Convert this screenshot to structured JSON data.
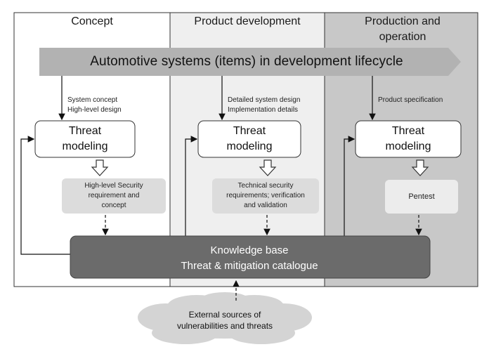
{
  "phases": [
    {
      "title": "Concept"
    },
    {
      "title": "Product development"
    },
    {
      "title": "Production and operation"
    }
  ],
  "lifecycle_banner": "Automotive systems (items) in development lifecycle",
  "inputs": [
    {
      "line1": "System concept",
      "line2": "High-level design"
    },
    {
      "line1": "Detailed system design",
      "line2": "Implementation details"
    },
    {
      "line1": "Product specification",
      "line2": ""
    }
  ],
  "threat_modeling": {
    "line1": "Threat",
    "line2": "modeling"
  },
  "outputs": [
    {
      "lines": [
        "High-level Security",
        "requirement and",
        "concept"
      ]
    },
    {
      "lines": [
        "Technical security",
        "requirements; verification",
        "and validation"
      ]
    },
    {
      "lines": [
        "Pentest"
      ]
    }
  ],
  "knowledge_base": {
    "line1": "Knowledge base",
    "line2": "Threat  & mitigation catalogue"
  },
  "external_sources": {
    "line1": "External sources of",
    "line2": "vulnerabilities and threats"
  },
  "colors": {
    "concept_bg": "#ffffff",
    "development_bg": "#efefef",
    "production_bg": "#c8c8c8",
    "banner": "#b2b2b2",
    "output_box": "#dcdcdc",
    "knowledge_base": "#6b6b6b",
    "cloud": "#d4d4d4"
  }
}
